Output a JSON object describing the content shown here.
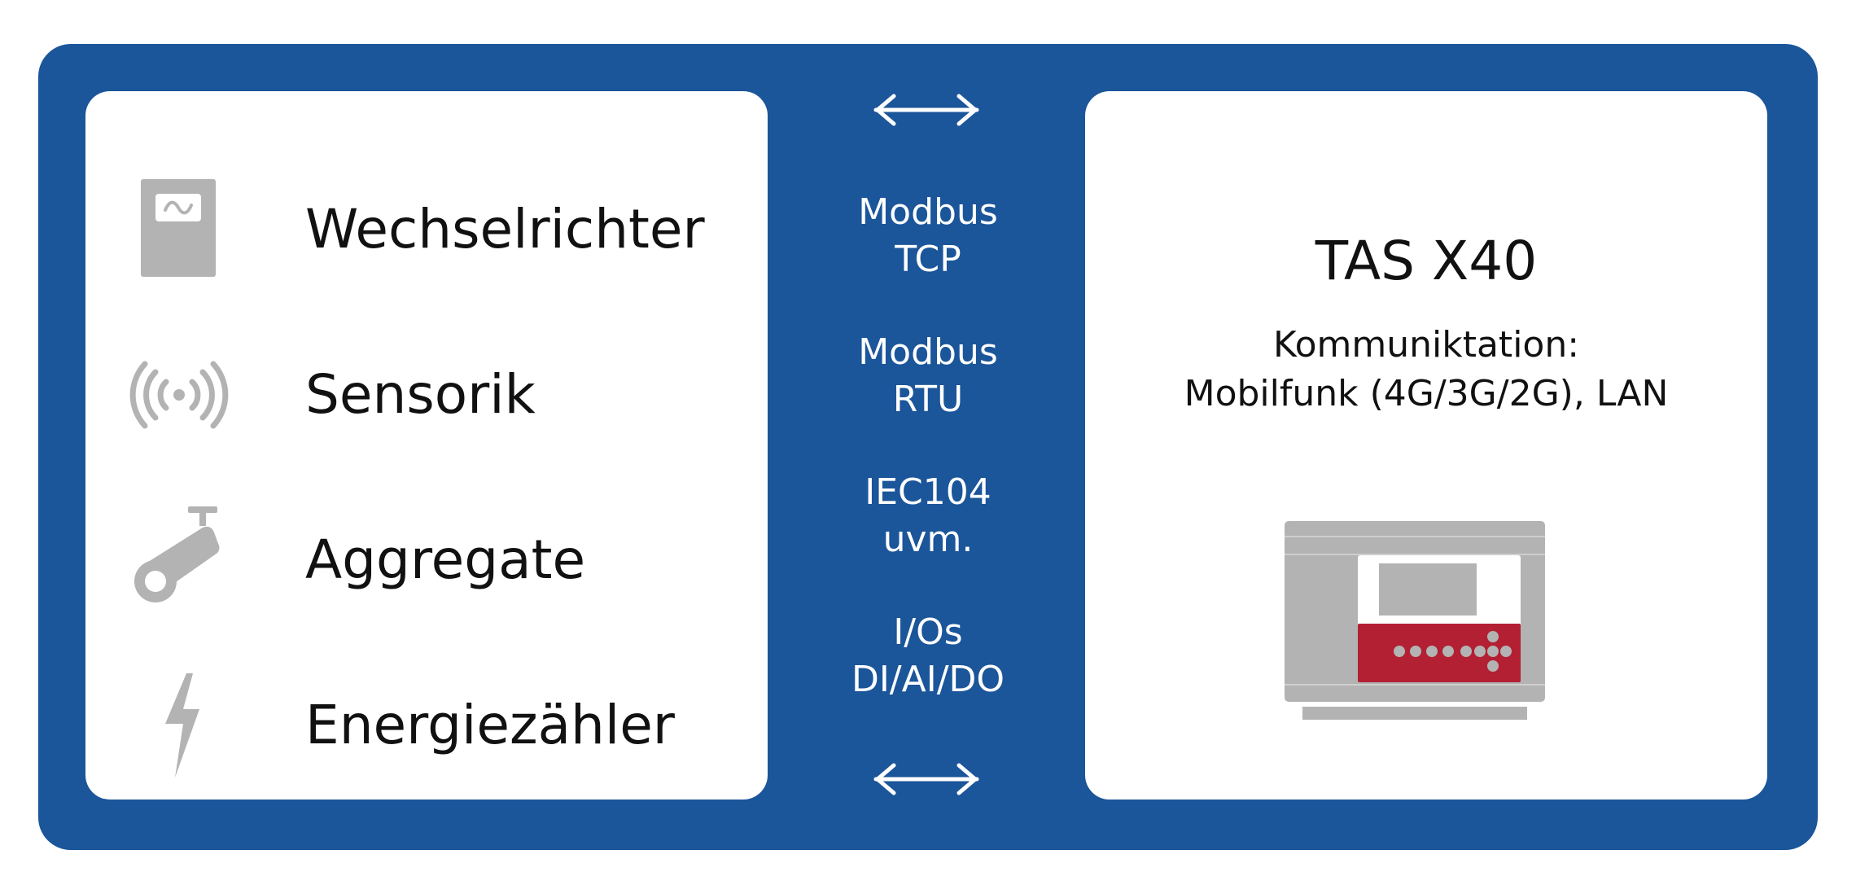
{
  "devices": [
    {
      "label": "Wechselrichter",
      "icon": "inverter-icon"
    },
    {
      "label": "Sensorik",
      "icon": "sensor-wave-icon"
    },
    {
      "label": "Aggregate",
      "icon": "generator-icon"
    },
    {
      "label": "Energiezähler",
      "icon": "lightning-icon"
    }
  ],
  "protocols": [
    {
      "line1": "Modbus",
      "line2": "TCP"
    },
    {
      "line1": "Modbus",
      "line2": "RTU"
    },
    {
      "line1": "IEC104",
      "line2": "uvm."
    },
    {
      "line1": "I/Os",
      "line2": "DI/AI/DO"
    }
  ],
  "gateway": {
    "title": "TAS X40",
    "subtitle_line1": "Kommuniktation:",
    "subtitle_line2": "Mobilfunk (4G/3G/2G), LAN",
    "icon": "tas-x40-device-icon"
  },
  "colors": {
    "frame_blue": "#1b559a",
    "panel_white": "#ffffff",
    "icon_gray": "#b3b3b3",
    "device_red": "#b31f33"
  }
}
